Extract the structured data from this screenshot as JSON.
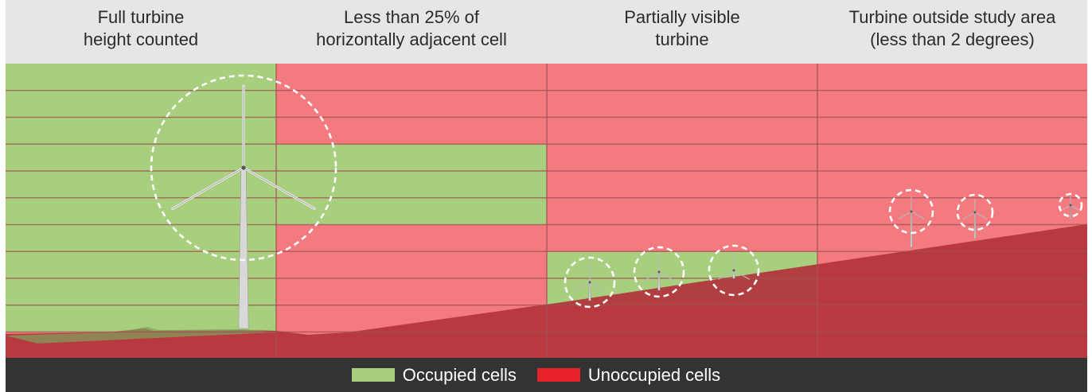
{
  "columns": [
    {
      "title": "Full turbine\nheight counted"
    },
    {
      "title": "Less than 25% of\nhorizontally adjacent cell"
    },
    {
      "title": "Partially visible\nturbine"
    },
    {
      "title": "Turbine outside study area\n(less than 2 degrees)"
    }
  ],
  "legend": {
    "occupied": {
      "label": "Occupied cells",
      "color": "#a8cf7e"
    },
    "unoccupied": {
      "label": "Unoccupied cells",
      "color": "#e8222a"
    }
  },
  "colors": {
    "occupied_fill": "#a8cf7e",
    "unoccupied_fill": "#f37a7f",
    "terrain": "#b3343a",
    "grid_line": "#a05055",
    "header_bg": "#e6e6e6",
    "legend_bg": "#333333"
  }
}
